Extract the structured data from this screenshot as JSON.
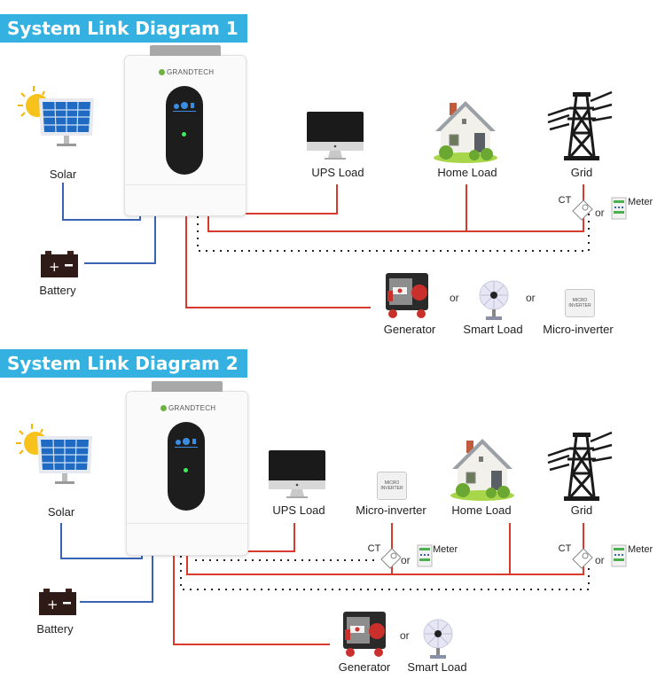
{
  "diagrams": [
    {
      "title": "System Link Diagram 1",
      "inverter_brand": "GRANDTECH",
      "labels": {
        "solar": "Solar",
        "battery": "Battery",
        "ups_load": "UPS Load",
        "home_load": "Home Load",
        "grid": "Grid",
        "ct": "CT",
        "or_meter": "or",
        "meter": "Meter",
        "generator": "Generator",
        "or_1": "or",
        "smart_load": "Smart Load",
        "or_2": "or",
        "micro_inverter": "Micro-inverter",
        "micro_inverter_box": "MICRO INVERTER"
      }
    },
    {
      "title": "System Link Diagram 2",
      "inverter_brand": "GRANDTECH",
      "labels": {
        "solar": "Solar",
        "battery": "Battery",
        "ups_load": "UPS Load",
        "micro_inverter": "Micro-inverter",
        "micro_inverter_box": "MICRO INVERTER",
        "home_load": "Home Load",
        "grid": "Grid",
        "ct_1": "CT",
        "or_meter_1": "or",
        "meter_1": "Meter",
        "ct_2": "CT",
        "or_meter_2": "or",
        "meter_2": "Meter",
        "generator": "Generator",
        "or_1": "or",
        "smart_load": "Smart Load"
      }
    }
  ],
  "colors": {
    "banner": "#34b1e0",
    "dc_wire": "#3a63b4",
    "ac_wire": "#d93a2e",
    "comm_wire": "#222222"
  }
}
